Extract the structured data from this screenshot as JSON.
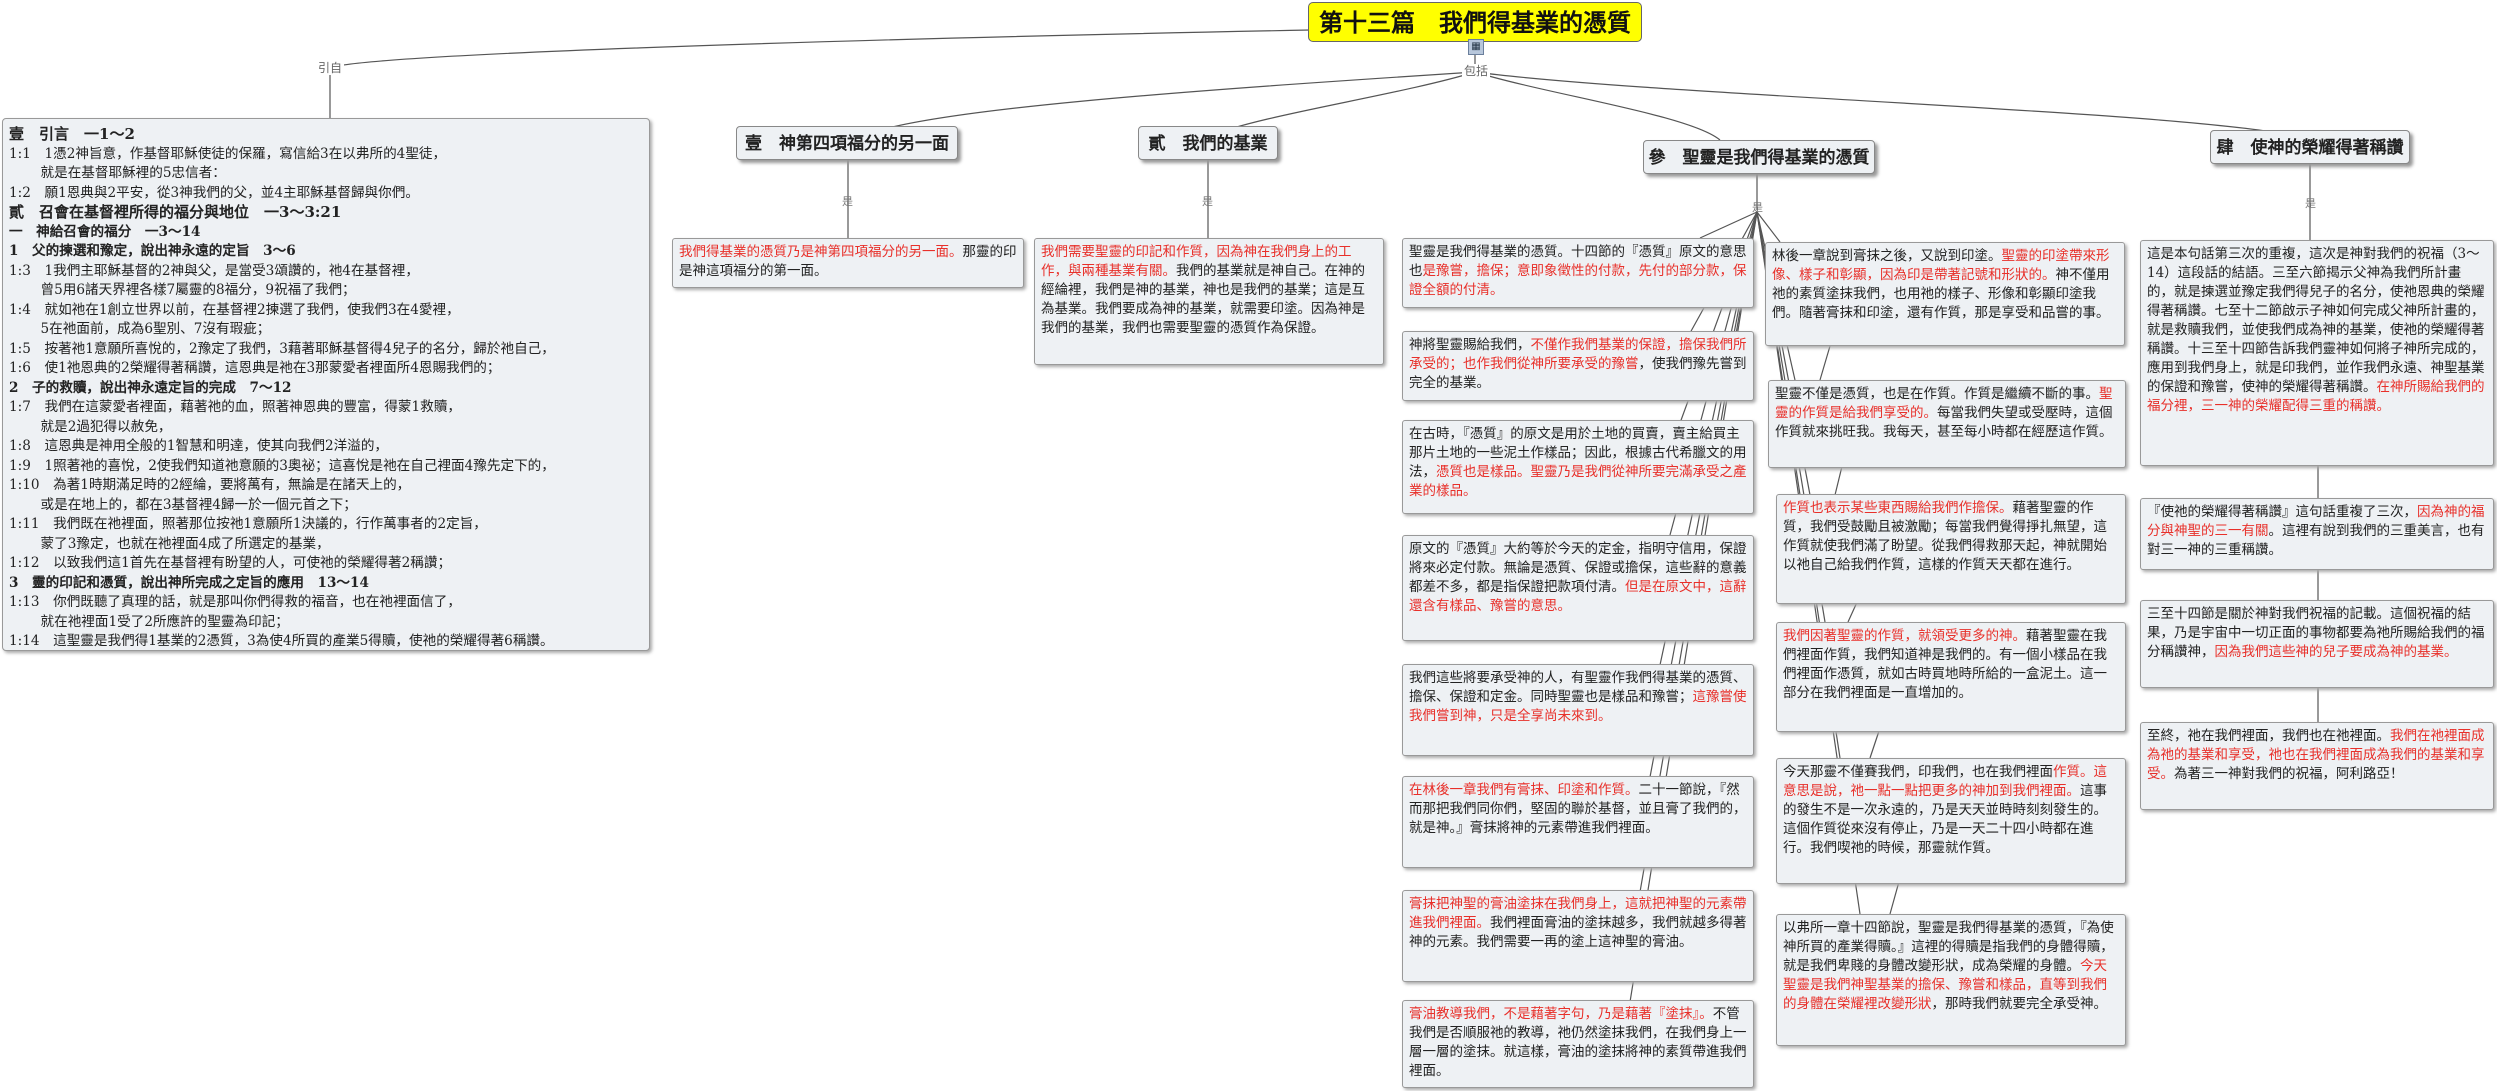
{
  "title": "第十三篇　我們得基業的憑質",
  "root_icon": "▦",
  "link_labels": {
    "intro": "引自",
    "main": "包括",
    "b1": "是",
    "b2": "是",
    "b3": "是",
    "b4": "是"
  },
  "branches": {
    "b1": "壹　神第四項福分的另一面",
    "b2": "貳　我們的基業",
    "b3": "參　聖靈是我們得基業的憑質",
    "b4": "肆　使神的榮耀得著稱讚"
  },
  "intro_lines": [
    {
      "t": "壹　引言　一1～2",
      "s": "h"
    },
    {
      "t": "1:1　1憑2神旨意，作基督耶穌使徒的保羅，寫信給3在以弗所的4聖徒，",
      "s": ""
    },
    {
      "t": "　　 就是在基督耶穌裡的5忠信者：",
      "s": ""
    },
    {
      "t": "1:2　願1恩典與2平安，從3神我們的父，並4主耶穌基督歸與你們。",
      "s": ""
    },
    {
      "t": "貳　召會在基督裡所得的福分與地位　一3～3:21",
      "s": "h"
    },
    {
      "t": "一　神給召會的福分　一3～14",
      "s": "b"
    },
    {
      "t": "1　父的揀選和豫定，說出神永遠的定旨　3～6",
      "s": "b"
    },
    {
      "t": "1:3　1我們主耶穌基督的2神與父，是當受3頌讚的，祂4在基督裡，",
      "s": ""
    },
    {
      "t": "　　 曾5用6諸天界裡各樣7屬靈的8福分，9祝福了我們；",
      "s": ""
    },
    {
      "t": "1:4　就如祂在1創立世界以前，在基督裡2揀選了我們，使我們3在4愛裡，",
      "s": ""
    },
    {
      "t": "　　 5在祂面前，成為6聖別、7沒有瑕疵；",
      "s": ""
    },
    {
      "t": "1:5　按著祂1意願所喜悅的，2豫定了我們，3藉著耶穌基督得4兒子的名分，歸於祂自己，",
      "s": ""
    },
    {
      "t": "1:6　使1祂恩典的2榮耀得著稱讚，這恩典是祂在3那蒙愛者裡面所4恩賜我們的；",
      "s": ""
    },
    {
      "t": "2　子的救贖，說出神永遠定旨的完成　7～12",
      "s": "b"
    },
    {
      "t": "1:7　我們在這蒙愛者裡面，藉著祂的血，照著神恩典的豐富，得蒙1救贖，",
      "s": ""
    },
    {
      "t": "　　 就是2過犯得以赦免，",
      "s": ""
    },
    {
      "t": "1:8　這恩典是神用全般的1智慧和明達，使其向我們2洋溢的，",
      "s": ""
    },
    {
      "t": "1:9　1照著祂的喜悅，2使我們知道祂意願的3奧祕；這喜悅是祂在自己裡面4豫先定下的，",
      "s": ""
    },
    {
      "t": "1:10　為著1時期滿足時的2經綸，要將萬有，無論是在諸天上的，",
      "s": ""
    },
    {
      "t": "　　 或是在地上的，都在3基督裡4歸一於一個元首之下；",
      "s": ""
    },
    {
      "t": "1:11　我們既在祂裡面，照著那位按祂1意願所1決議的，行作萬事者的2定旨，",
      "s": ""
    },
    {
      "t": "　　 蒙了3豫定，也就在祂裡面4成了所選定的基業，",
      "s": ""
    },
    {
      "t": "1:12　以致我們這1首先在基督裡有盼望的人，可使祂的榮耀得著2稱讚；",
      "s": ""
    },
    {
      "t": "3　靈的印記和憑質，說出神所完成之定旨的應用　13～14",
      "s": "b"
    },
    {
      "t": "1:13　你們既聽了真理的話，就是那叫你們得救的福音，也在祂裡面信了，",
      "s": ""
    },
    {
      "t": "　　 就在祂裡面1受了2所應許的聖靈為印記；",
      "s": ""
    },
    {
      "t": "1:14　這聖靈是我們得1基業的2憑質，3為使4所買的產業5得贖，使祂的榮耀得著6稱讚。",
      "s": ""
    }
  ],
  "notes": {
    "b1_0": [
      {
        "t": "我們得基業的憑質乃是神第四項福分的另一面。",
        "r": 1
      },
      {
        "t": "那靈的印是神這項福分的第一面。",
        "r": 0
      }
    ],
    "b2_0": [
      {
        "t": "我們需要聖靈的印記和作質，因為神在我們身上的工作，與兩種基業有關。",
        "r": 1
      },
      {
        "t": "我們的基業就是神自己。在神的經綸裡，我們是神的基業，神也是我們的基業；這是互為基業。我們要成為神的基業，就需要印塗。因為神是我們的基業，我們也需要聖靈的憑質作為保證。",
        "r": 0
      }
    ],
    "b3a_0": [
      {
        "t": "聖靈是我們得基業的憑質。十四節的『憑質』原文的意思也",
        "r": 0
      },
      {
        "t": "是豫嘗，擔保；意即象徵性的付款，先付的部分款，保證全額的付清。",
        "r": 1
      }
    ],
    "b3a_1": [
      {
        "t": "神將聖靈賜給我們，",
        "r": 0
      },
      {
        "t": "不僅作我們基業的保證，擔保我們所承受的；也作我們從神所要承受的豫嘗",
        "r": 1
      },
      {
        "t": "，使我們豫先嘗到完全的基業。",
        "r": 0
      }
    ],
    "b3a_2": [
      {
        "t": "在古時，『憑質』的原文是用於土地的買賣，賣主給買主那片土地的一些泥土作樣品；因此，根據古代希臘文的用法，",
        "r": 0
      },
      {
        "t": "憑質也是樣品。聖靈乃是我們從神所要完滿承受之產業的樣品。",
        "r": 1
      }
    ],
    "b3a_3": [
      {
        "t": "原文的『憑質』大約等於今天的定金，指明守信用，保證將來必定付款。無論是憑質、保證或擔保，這些辭的意義都差不多，都是指保證把款項付清。",
        "r": 0
      },
      {
        "t": "但是在原文中，這辭還含有樣品、豫嘗的意思。",
        "r": 1
      }
    ],
    "b3a_4": [
      {
        "t": "我們這些將要承受神的人，有聖靈作我們得基業的憑質、擔保、保證和定金。同時聖靈也是樣品和豫嘗；",
        "r": 0
      },
      {
        "t": "這豫嘗使我們嘗到神，只是全享尚未來到。",
        "r": 1
      }
    ],
    "b3a_5": [
      {
        "t": "在林後一章我們有膏抹、印塗和作質。",
        "r": 1
      },
      {
        "t": "二十一節說，『然而那把我們同你們，堅固的聯於基督，並且膏了我們的，就是神。』膏抹將神的元素帶進我們裡面。",
        "r": 0
      }
    ],
    "b3a_6": [
      {
        "t": "膏抹把神聖的膏油塗抹在我們身上，這就把神聖的元素帶進我們裡面。",
        "r": 1
      },
      {
        "t": "我們裡面膏油的塗抹越多，我們就越多得著神的元素。我們需要一再的塗上這神聖的膏油。",
        "r": 0
      }
    ],
    "b3a_7": [
      {
        "t": "膏油教導我們，不是藉著字句，乃是藉著『塗抹』。",
        "r": 1
      },
      {
        "t": "不管我們是否順服祂的教導，祂仍然塗抹我們，在我們身上一層一層的塗抹。就這樣，膏油的塗抹將神的素質帶進我們裡面。",
        "r": 0
      }
    ],
    "b3b_0": [
      {
        "t": "林後一章說到膏抹之後，又說到印塗。",
        "r": 0
      },
      {
        "t": "聖靈的印塗帶來形像、樣子和彰顯，因為印是帶著記號和形狀的。",
        "r": 1
      },
      {
        "t": "神不僅用祂的素質塗抹我們，也用祂的樣子、形像和彰顯印塗我們。隨著膏抹和印塗，還有作質，那是享受和品嘗的事。",
        "r": 0
      }
    ],
    "b3b_1": [
      {
        "t": "聖靈不僅是憑質，也是在作質。作質是繼續不斷的事。",
        "r": 0
      },
      {
        "t": "聖靈的作質是給我們享受的。",
        "r": 1
      },
      {
        "t": "每當我們失望或受壓時，這個作質就來挑旺我。我每天，甚至每小時都在經歷這作質。",
        "r": 0
      }
    ],
    "b3b_2": [
      {
        "t": "作質也表示某些東西賜給我們作擔保。",
        "r": 1
      },
      {
        "t": "藉著聖靈的作質，我們受鼓勵且被激勵；每當我們覺得掙扎無望，這作質就使我們滿了盼望。從我們得救那天起，神就開始以祂自己給我們作質，這樣的作質天天都在進行。",
        "r": 0
      }
    ],
    "b3b_3": [
      {
        "t": "我們因著聖靈的作質，就領受更多的神。",
        "r": 1
      },
      {
        "t": "藉著聖靈在我們裡面作質，我們知道神是我們的。有一個小樣品在我們裡面作憑質，就如古時買地時所給的一盒泥土。這一部分在我們裡面是一直增加的。",
        "r": 0
      }
    ],
    "b3b_4": [
      {
        "t": "今天那靈不僅賽我們，印我們，也在我們裡面",
        "r": 0
      },
      {
        "t": "作質。這意思是說，祂一點一點把更多的神加到我們裡面。",
        "r": 1
      },
      {
        "t": "這事的發生不是一次永遠的，乃是天天並時時刻刻發生的。這個作質從來沒有停止，乃是一天二十四小時都在進行。我們喫祂的時候，那靈就作質。",
        "r": 0
      }
    ],
    "b3b_5": [
      {
        "t": "以弗所一章十四節說，聖靈是我們得基業的憑質，『為使神所買的產業得贖。』這裡的得贖是指我們的身體得贖，就是我們卑賤的身體改變形狀，成為榮耀的身體。",
        "r": 0
      },
      {
        "t": "今天聖靈是我們神聖基業的擔保、豫嘗和樣品，直等到我們的身體在榮耀裡改變形狀",
        "r": 1
      },
      {
        "t": "，那時我們就要完全承受神。",
        "r": 0
      }
    ],
    "b4_0": [
      {
        "t": "這是本句話第三次的重複，這次是神對我們的祝福（3～14）這段話的結語。三至六節揭示父神為我們所計畫的，就是揀選並豫定我們得兒子的名分，使祂恩典的榮耀得著稱讚。七至十二節啟示子神如何完成父神所計畫的，就是救贖我們，並使我們成為神的基業，使祂的榮耀得著稱讚。十三至十四節告訴我們靈神如何將子神所完成的，應用到我們身上，就是印我們，並作我們永遠、神聖基業的保證和豫嘗，使神的榮耀得著稱讚。",
        "r": 0
      },
      {
        "t": "在神所賜給我們的福分裡，三一神的榮耀配得三重的稱讚。",
        "r": 1
      }
    ],
    "b4_1": [
      {
        "t": "『使祂的榮耀得著稱讚』這句話重複了三次，",
        "r": 0
      },
      {
        "t": "因為神的福分與神聖的三一有關",
        "r": 1
      },
      {
        "t": "。這裡有說到我們的三重美言，也有對三一神的三重稱讚。",
        "r": 0
      }
    ],
    "b4_2": [
      {
        "t": "三至十四節是關於神對我們祝福的記載。這個祝福的結果，乃是宇宙中一切正面的事物都要為祂所賜給我們的福分稱讚神，",
        "r": 0
      },
      {
        "t": "因為我們這些神的兒子要成為神的基業。",
        "r": 1
      }
    ],
    "b4_3": [
      {
        "t": "至終，祂在我們裡面，我們也在祂裡面。",
        "r": 0
      },
      {
        "t": "我們在祂裡面成為祂的基業和享受，祂也在我們裡面成為我們的基業和享受。",
        "r": 1
      },
      {
        "t": "為著三一神對我們的祝福，阿利路亞！",
        "r": 0
      }
    ]
  }
}
